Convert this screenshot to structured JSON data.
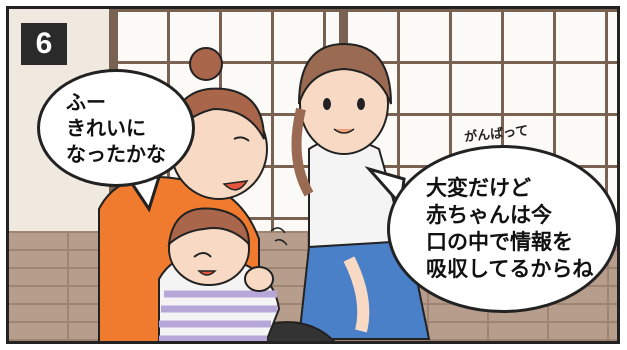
{
  "panel": {
    "number": "6"
  },
  "bubbles": [
    {
      "lines": [
        "ふー",
        "きれいに",
        "なったかな"
      ]
    },
    {
      "lines": [
        "大変だけど",
        "赤ちゃんは今",
        "口の中で情報を",
        "吸収してるからね"
      ]
    }
  ],
  "sound_effect": "がんばって",
  "colors": {
    "mother_shirt": "#f07a2e",
    "friend_shirt": "#f4f4f4",
    "friend_pants": "#4a80c8",
    "baby_stripes": "#b7a7d8",
    "hair_brown": "#a9664a",
    "shoji_frame": "#7a6253"
  }
}
